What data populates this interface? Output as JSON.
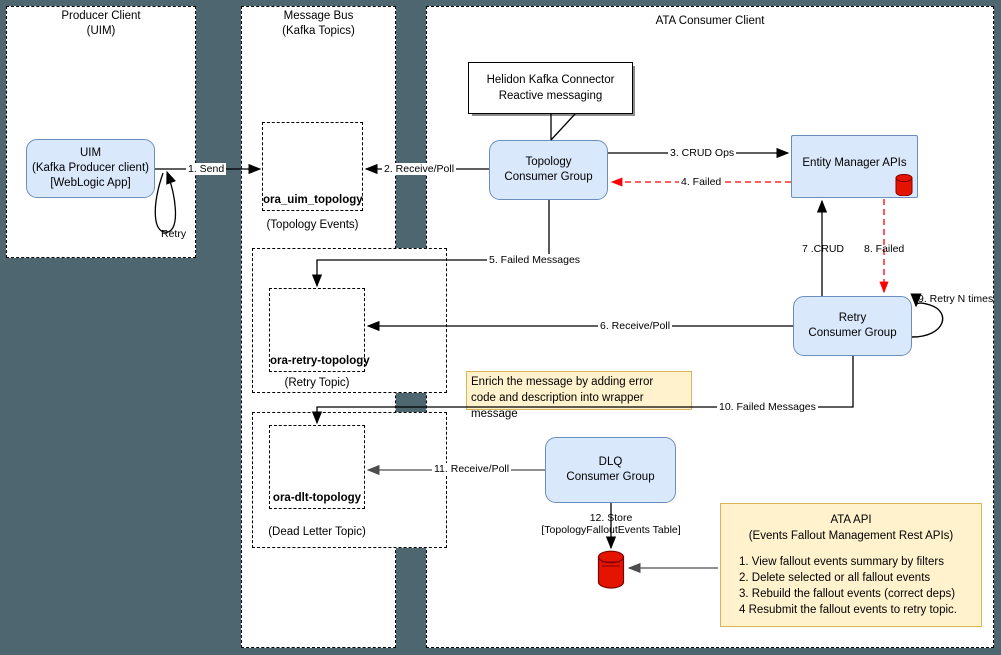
{
  "background_color": "#4d6670",
  "accent_fill": "#dae8fc",
  "accent_border": "#6c8ebf",
  "note_fill": "#fff2cc",
  "note_border": "#d6b656",
  "error_color": "#ff0000",
  "db_color": "#e51400",
  "lanes": [
    {
      "title_line1": "Producer Client",
      "title_line2": "(UIM)"
    },
    {
      "title_line1": "Message Bus",
      "title_line2": "(Kafka Topics)"
    },
    {
      "title_line1": "ATA Consumer Client",
      "title_line2": ""
    }
  ],
  "topics": [
    {
      "name": "ora_uim_topology",
      "subtitle": "(Topology Events)"
    },
    {
      "name": "ora-retry-topology",
      "subtitle": "(Retry Topic)"
    },
    {
      "name": "ora-dlt-topology",
      "subtitle": "(Dead Letter Topic)"
    }
  ],
  "nodes": {
    "uim": {
      "line1": "UIM",
      "line2": "(Kafka Producer client)",
      "line3": "[WebLogic App]"
    },
    "topology_consumer": {
      "line1": "Topology",
      "line2": "Consumer Group"
    },
    "entity_manager": {
      "line1": "Entity Manager APIs"
    },
    "retry_consumer": {
      "line1": "Retry",
      "line2": "Consumer Group"
    },
    "dlq_consumer": {
      "line1": "DLQ",
      "line2": "Consumer Group"
    },
    "helidon_note": {
      "line1": "Helidon Kafka Connector",
      "line2": "Reactive messaging"
    }
  },
  "enrich_note": {
    "line1": "Enrich the message by adding error",
    "line2": "code and description into wrapper",
    "line3": "message"
  },
  "ata_api": {
    "title": "ATA API",
    "subtitle": "(Events Fallout Management Rest APIs)",
    "items": [
      "1. View fallout events summary by filters",
      "2. Delete selected or all fallout events",
      "3. Rebuild the fallout events (correct deps)",
      "4  Resubmit the fallout events to retry topic."
    ]
  },
  "edges": {
    "e1": "1. Send",
    "retry_loop": "Retry",
    "e2": "2. Receive/Poll",
    "e3": "3. CRUD Ops",
    "e4": "4. Failed",
    "e5": "5. Failed Messages",
    "e6": "6. Receive/Poll",
    "e7": "7 .CRUD",
    "e8": "8. Failed",
    "e9": "9. Retry N times",
    "e10": "10. Failed Messages",
    "e11": "11. Receive/Poll",
    "e12_line1": "12. Store",
    "e12_line2": "[TopologyFalloutEvents Table]"
  }
}
